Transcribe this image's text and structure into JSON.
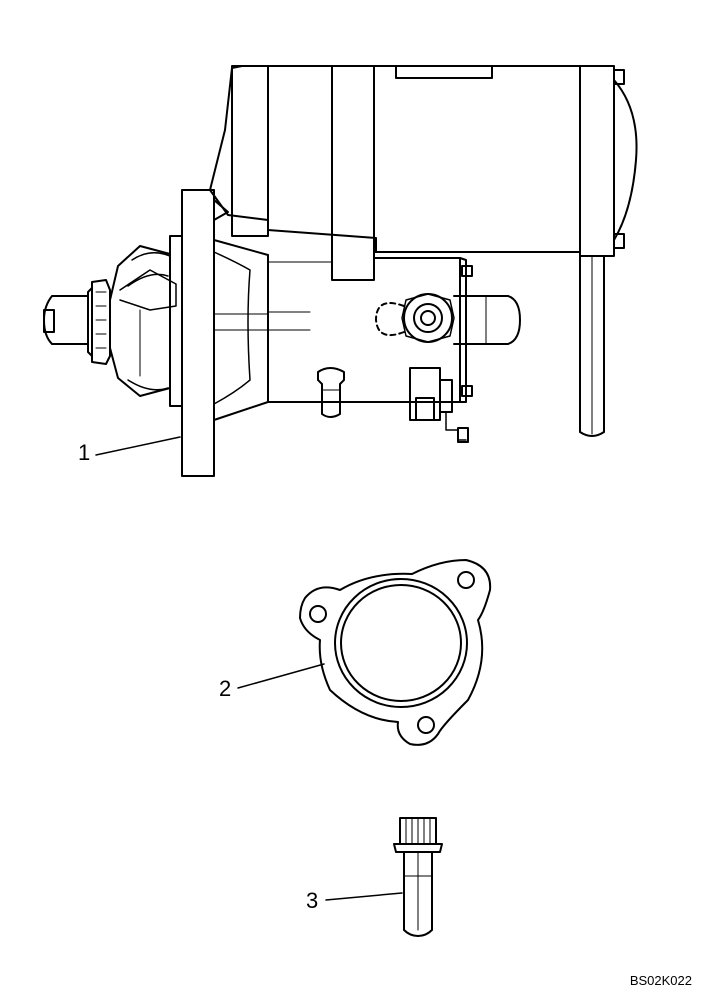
{
  "callouts": {
    "starter_motor": "1",
    "gasket": "2",
    "bolt": "3"
  },
  "reference_code": "BS02K022",
  "colors": {
    "line": "#000000",
    "background": "#ffffff"
  }
}
